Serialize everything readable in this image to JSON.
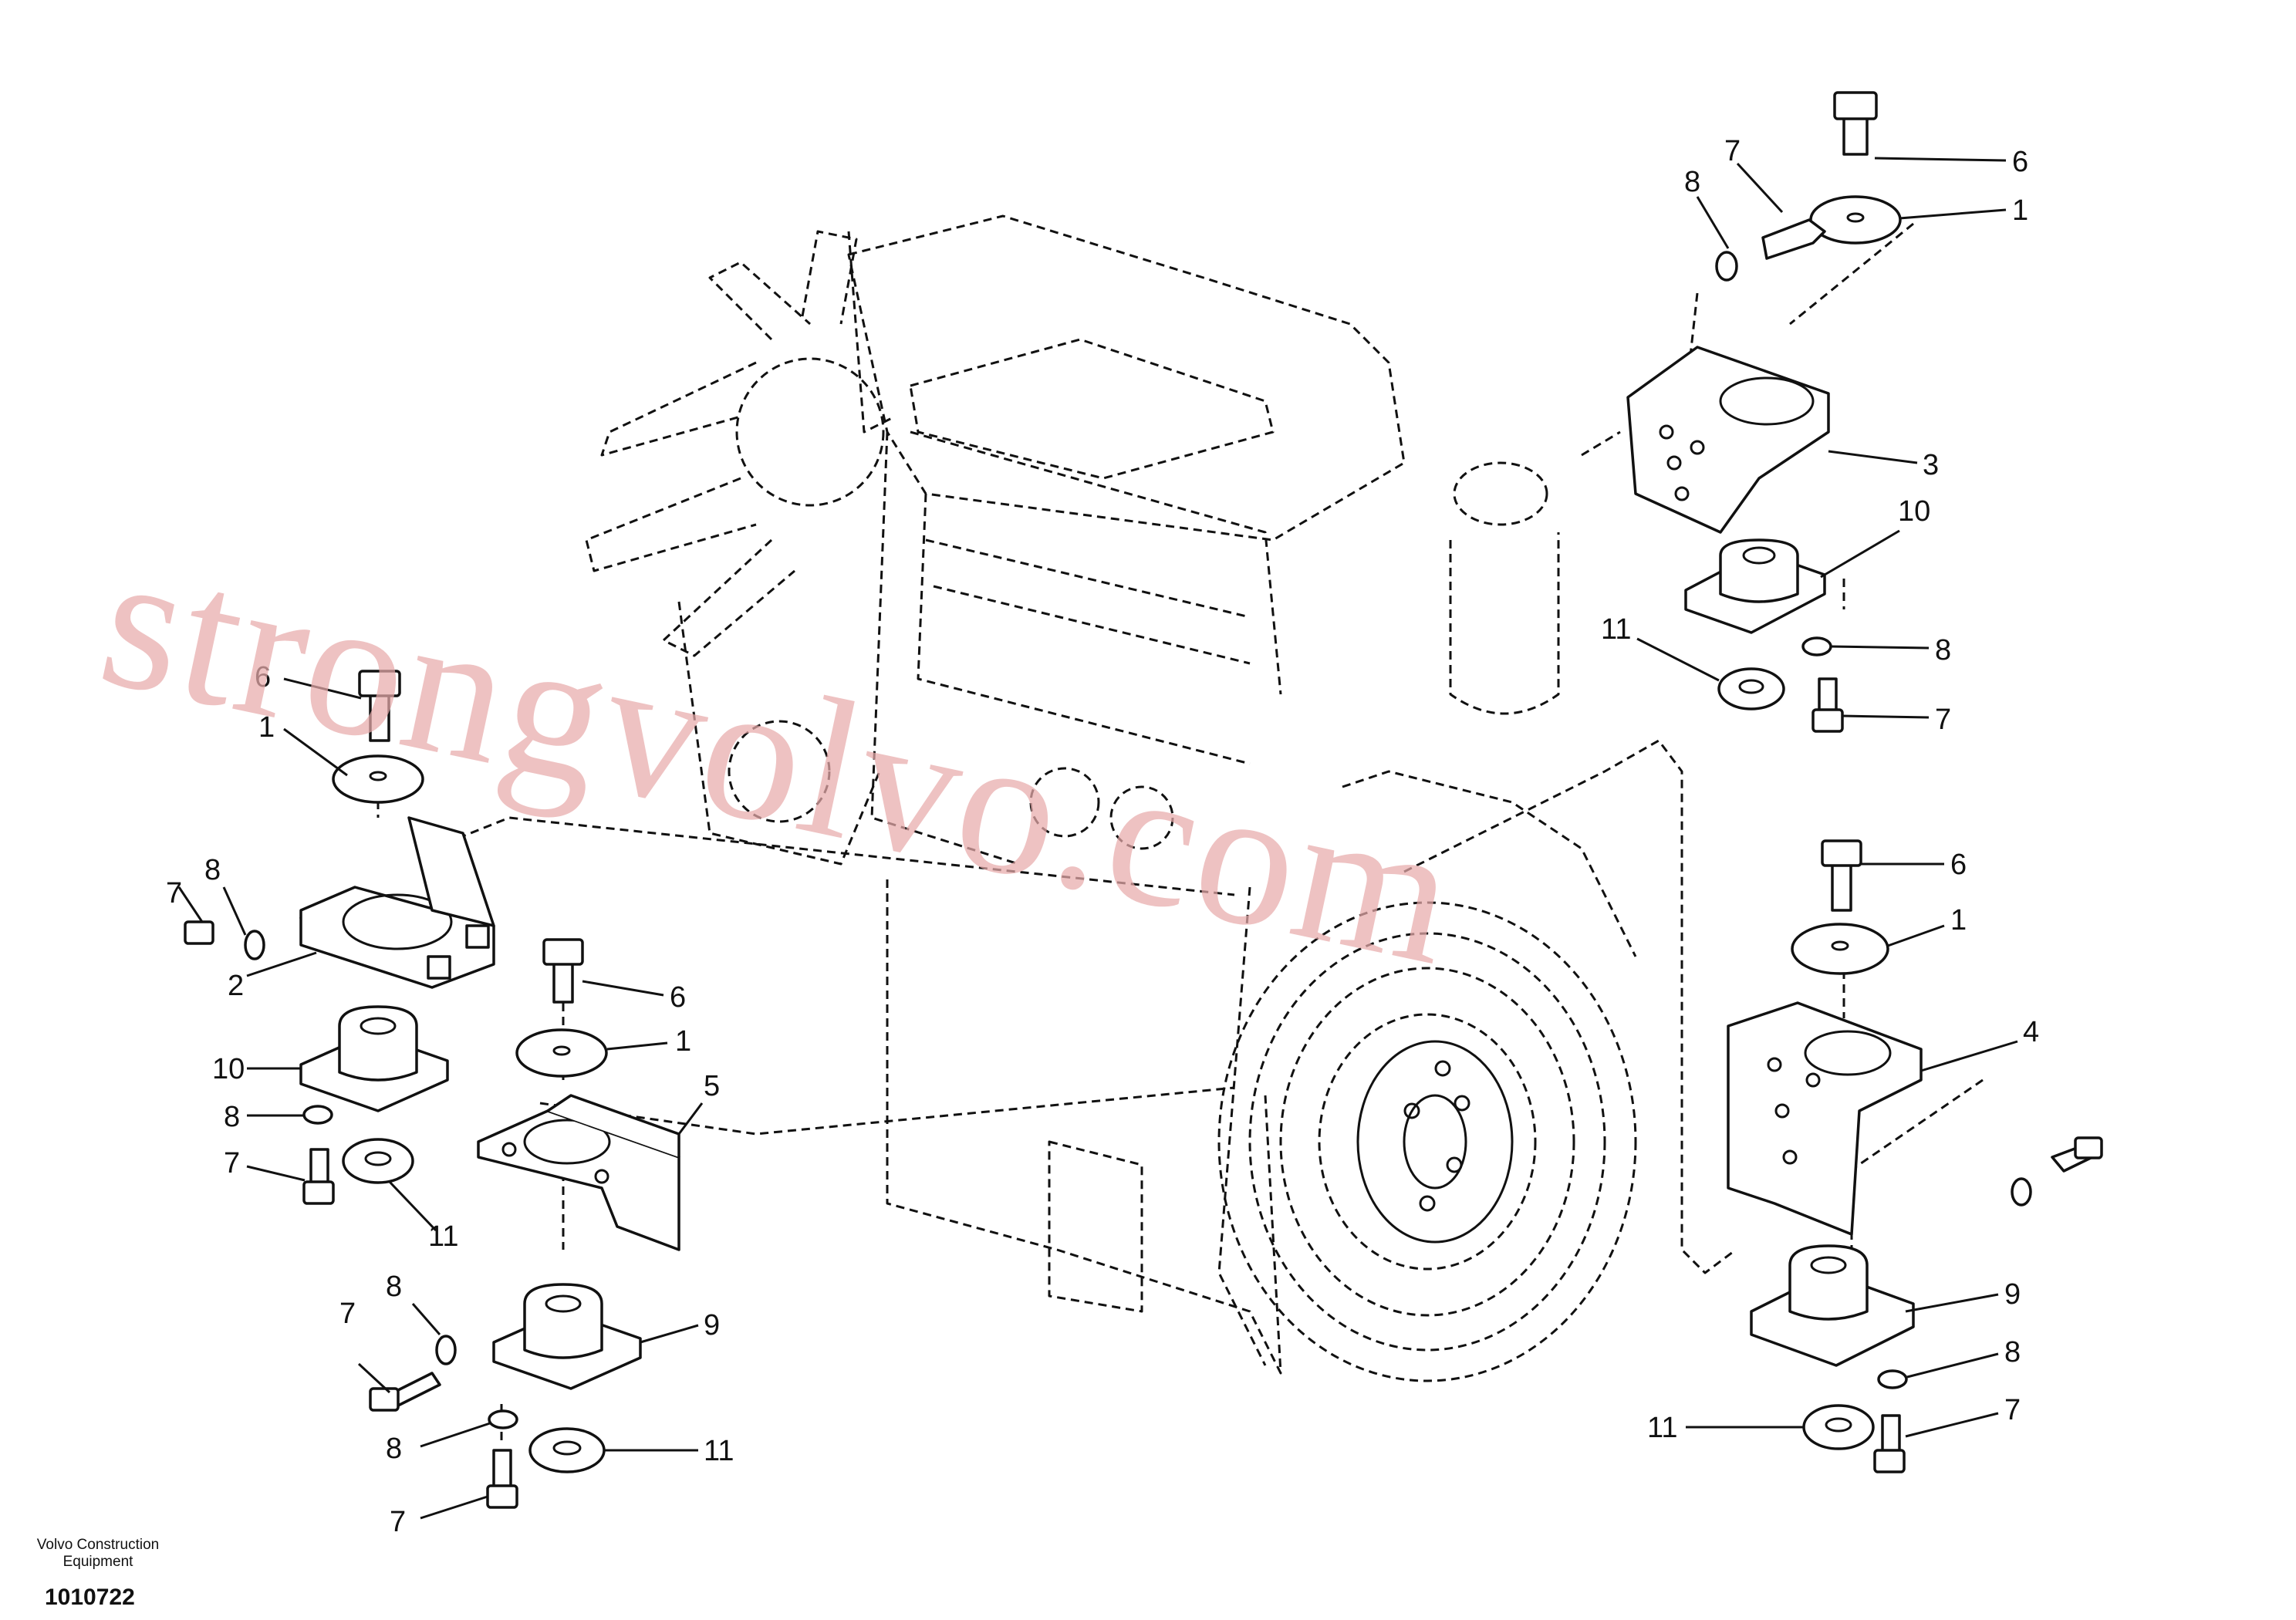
{
  "brand": {
    "line1": "Volvo Construction",
    "line2": "Equipment"
  },
  "drawing_number": "1010722",
  "watermark": "strongvolvo.com",
  "callouts": {
    "tr": [
      "6",
      "1",
      "7",
      "8",
      "3",
      "10",
      "11",
      "8",
      "7"
    ],
    "l": [
      "6",
      "1",
      "8",
      "7",
      "2",
      "10",
      "8",
      "7",
      "11"
    ],
    "c": [
      "6",
      "1",
      "5",
      "8",
      "7",
      "9",
      "8",
      "11",
      "7"
    ],
    "r": [
      "6",
      "1",
      "4",
      "9",
      "8",
      "11",
      "7"
    ]
  }
}
